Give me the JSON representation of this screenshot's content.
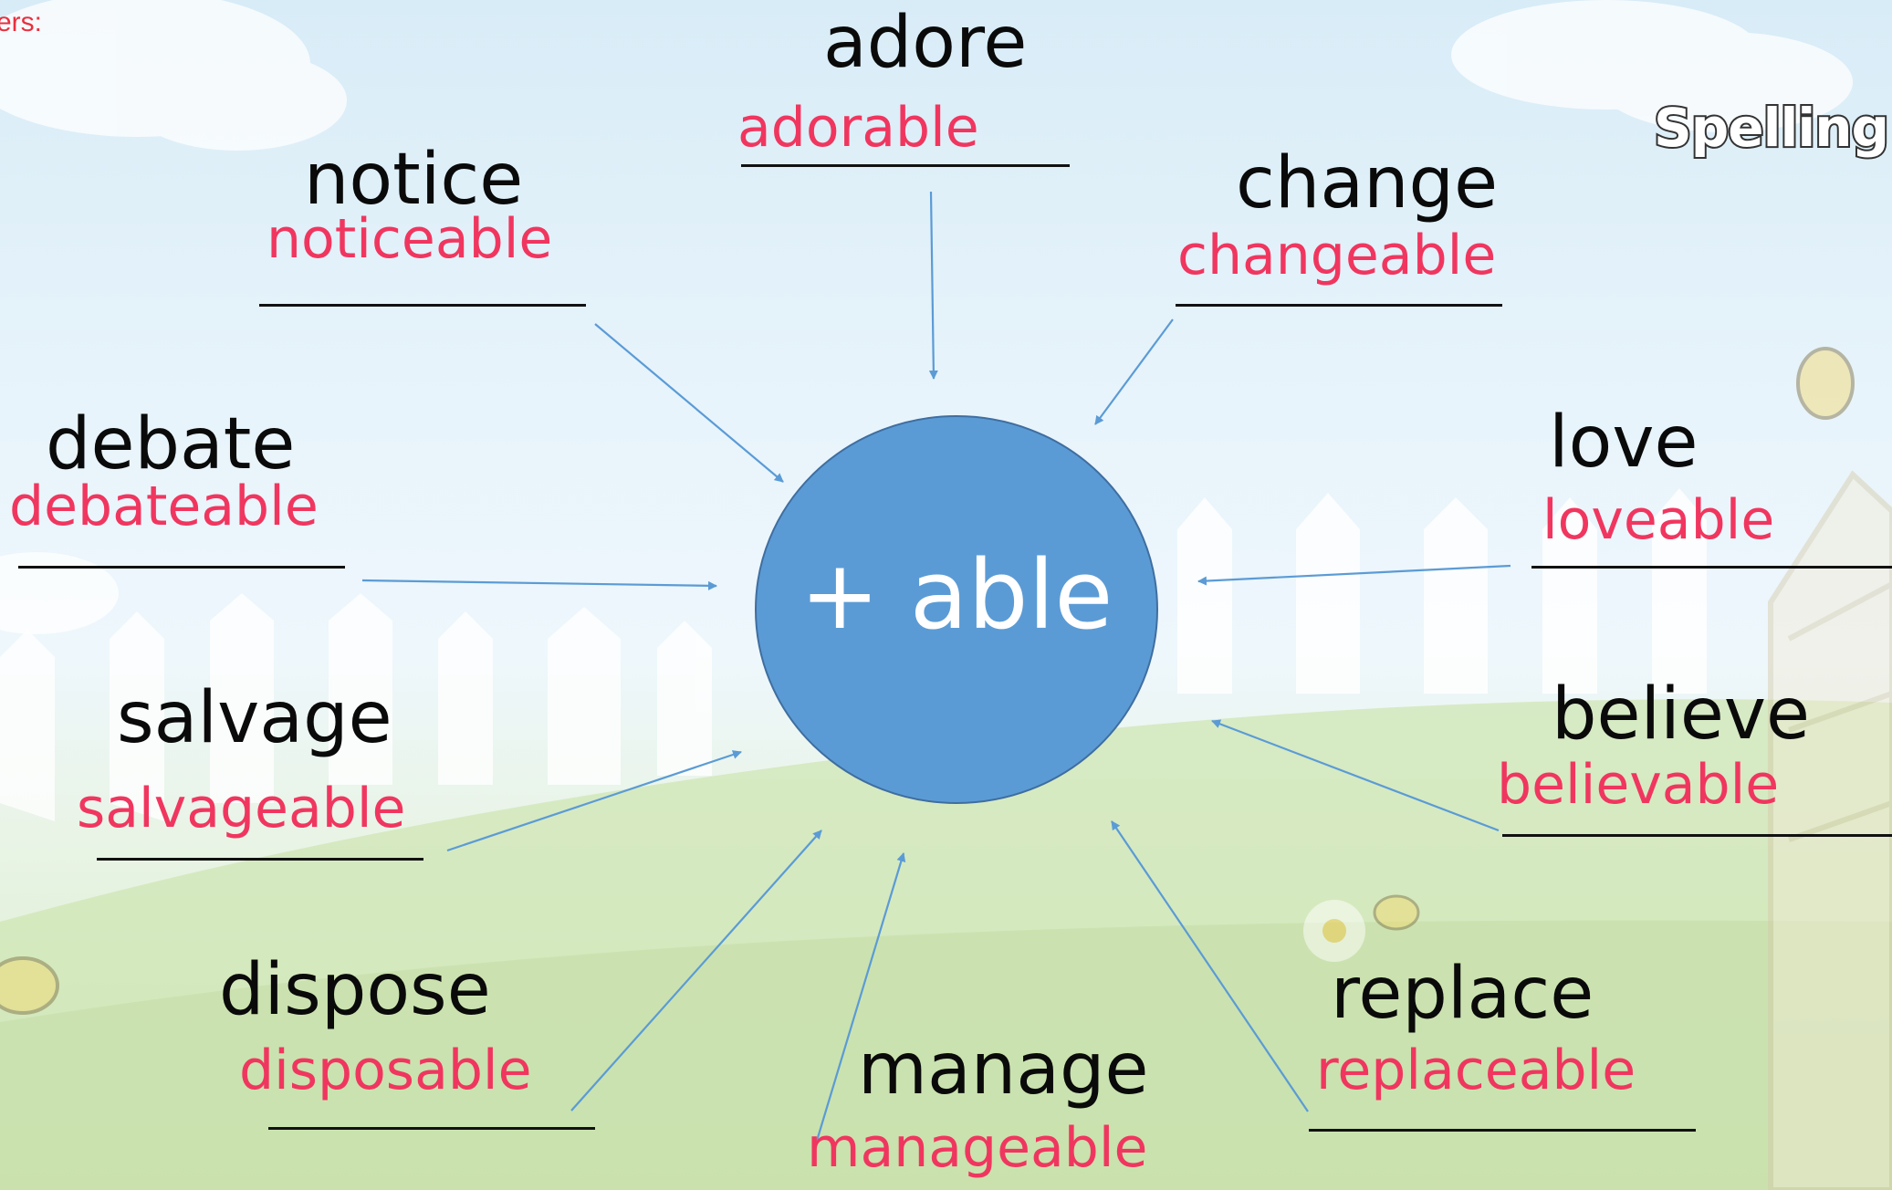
{
  "corner_text": "ers:",
  "logo": "Spelling",
  "hub": {
    "label": "+ able",
    "color": "#5b9bd5"
  },
  "words": [
    {
      "root": "adore",
      "answer": "adorable"
    },
    {
      "root": "notice",
      "answer": "noticeable"
    },
    {
      "root": "change",
      "answer": "changeable"
    },
    {
      "root": "debate",
      "answer": "debateable"
    },
    {
      "root": "love",
      "answer": "loveable"
    },
    {
      "root": "salvage",
      "answer": "salvageable"
    },
    {
      "root": "believe",
      "answer": "believable"
    },
    {
      "root": "dispose",
      "answer": "disposable"
    },
    {
      "root": "manage",
      "answer": "manageable"
    },
    {
      "root": "replace",
      "answer": "replaceable"
    }
  ],
  "colors": {
    "root_text": "#0a0a0a",
    "answer_text": "#f0365f",
    "arrow": "#5b9bd5"
  }
}
